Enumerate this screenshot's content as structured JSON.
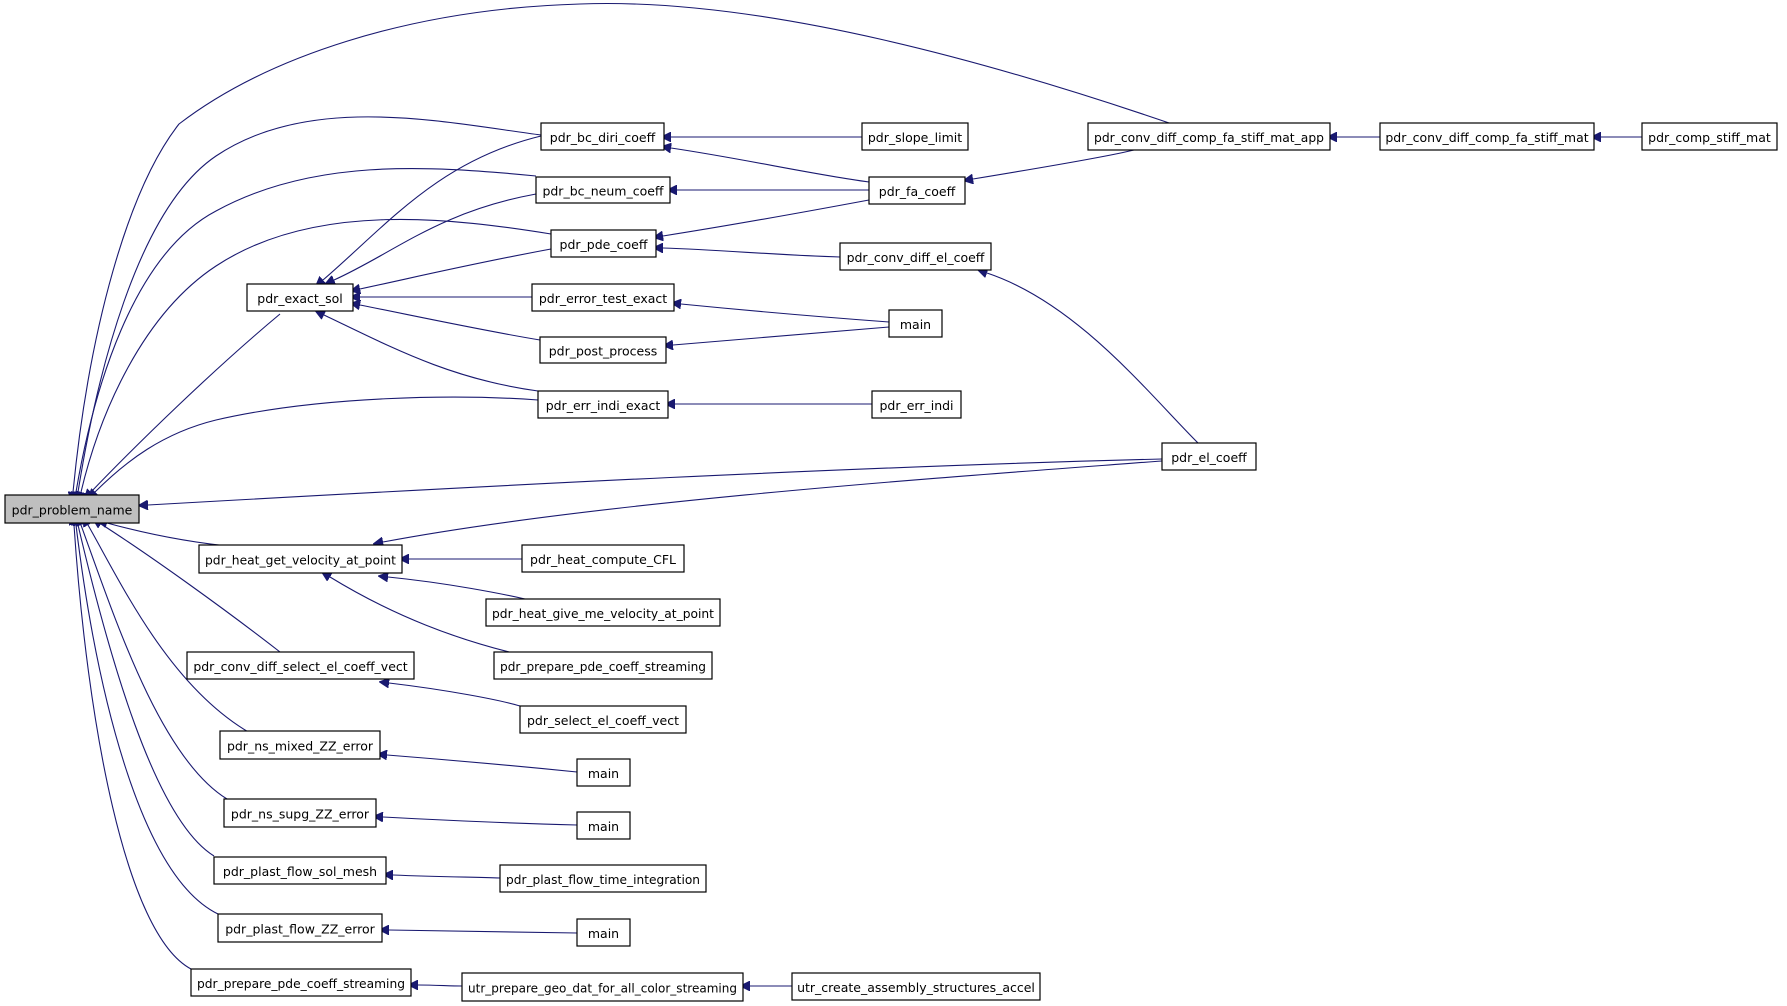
{
  "graph": {
    "type": "call-graph",
    "edge_color": "#191970",
    "highlight_fill": "#bfbfbf",
    "nodes": [
      {
        "id": "n0",
        "label": "pdr_problem_name",
        "highlight": true
      },
      {
        "id": "n1",
        "label": "pdr_exact_sol"
      },
      {
        "id": "n2",
        "label": "pdr_bc_diri_coeff"
      },
      {
        "id": "n3",
        "label": "pdr_bc_neum_coeff"
      },
      {
        "id": "n4",
        "label": "pdr_pde_coeff"
      },
      {
        "id": "n5",
        "label": "pdr_error_test_exact"
      },
      {
        "id": "n6",
        "label": "pdr_post_process"
      },
      {
        "id": "n7",
        "label": "pdr_err_indi_exact"
      },
      {
        "id": "n8",
        "label": "pdr_slope_limit"
      },
      {
        "id": "n9",
        "label": "pdr_fa_coeff"
      },
      {
        "id": "n10",
        "label": "pdr_conv_diff_el_coeff"
      },
      {
        "id": "n11",
        "label": "main"
      },
      {
        "id": "n12",
        "label": "pdr_err_indi"
      },
      {
        "id": "n13",
        "label": "pdr_conv_diff_comp_fa_stiff_mat_app"
      },
      {
        "id": "n14",
        "label": "pdr_conv_diff_comp_fa_stiff_mat"
      },
      {
        "id": "n15",
        "label": "pdr_comp_stiff_mat"
      },
      {
        "id": "n16",
        "label": "pdr_el_coeff"
      },
      {
        "id": "n17",
        "label": "pdr_heat_get_velocity_at_point"
      },
      {
        "id": "n18",
        "label": "pdr_heat_compute_CFL"
      },
      {
        "id": "n19",
        "label": "pdr_heat_give_me_velocity_at_point"
      },
      {
        "id": "n20",
        "label": "pdr_prepare_pde_coeff_streaming"
      },
      {
        "id": "n21",
        "label": "pdr_conv_diff_select_el_coeff_vect"
      },
      {
        "id": "n22",
        "label": "pdr_select_el_coeff_vect"
      },
      {
        "id": "n23",
        "label": "pdr_ns_mixed_ZZ_error"
      },
      {
        "id": "n24",
        "label": "main"
      },
      {
        "id": "n25",
        "label": "pdr_ns_supg_ZZ_error"
      },
      {
        "id": "n26",
        "label": "main"
      },
      {
        "id": "n27",
        "label": "pdr_plast_flow_sol_mesh"
      },
      {
        "id": "n28",
        "label": "pdr_plast_flow_time_integration"
      },
      {
        "id": "n29",
        "label": "pdr_plast_flow_ZZ_error"
      },
      {
        "id": "n30",
        "label": "main"
      },
      {
        "id": "n31",
        "label": "pdr_prepare_pde_coeff_streaming"
      },
      {
        "id": "n32",
        "label": "utr_prepare_geo_dat_for_all_color_streaming"
      },
      {
        "id": "n33",
        "label": "utr_create_assembly_structures_accel"
      }
    ],
    "edges": [
      {
        "from": "n0",
        "to": "n1"
      },
      {
        "from": "n0",
        "to": "n2"
      },
      {
        "from": "n0",
        "to": "n3"
      },
      {
        "from": "n0",
        "to": "n4"
      },
      {
        "from": "n0",
        "to": "n7"
      },
      {
        "from": "n0",
        "to": "n13"
      },
      {
        "from": "n0",
        "to": "n16"
      },
      {
        "from": "n0",
        "to": "n17"
      },
      {
        "from": "n0",
        "to": "n21"
      },
      {
        "from": "n0",
        "to": "n23"
      },
      {
        "from": "n0",
        "to": "n25"
      },
      {
        "from": "n0",
        "to": "n27"
      },
      {
        "from": "n0",
        "to": "n29"
      },
      {
        "from": "n0",
        "to": "n31"
      },
      {
        "from": "n1",
        "to": "n2"
      },
      {
        "from": "n1",
        "to": "n3"
      },
      {
        "from": "n1",
        "to": "n4"
      },
      {
        "from": "n1",
        "to": "n5"
      },
      {
        "from": "n1",
        "to": "n6"
      },
      {
        "from": "n1",
        "to": "n7"
      },
      {
        "from": "n2",
        "to": "n8"
      },
      {
        "from": "n2",
        "to": "n9"
      },
      {
        "from": "n3",
        "to": "n9"
      },
      {
        "from": "n4",
        "to": "n9"
      },
      {
        "from": "n4",
        "to": "n10"
      },
      {
        "from": "n9",
        "to": "n13"
      },
      {
        "from": "n13",
        "to": "n14"
      },
      {
        "from": "n14",
        "to": "n15"
      },
      {
        "from": "n10",
        "to": "n16"
      },
      {
        "from": "n5",
        "to": "n11"
      },
      {
        "from": "n6",
        "to": "n11"
      },
      {
        "from": "n7",
        "to": "n12"
      },
      {
        "from": "n17",
        "to": "n16"
      },
      {
        "from": "n17",
        "to": "n18"
      },
      {
        "from": "n17",
        "to": "n19"
      },
      {
        "from": "n17",
        "to": "n20"
      },
      {
        "from": "n21",
        "to": "n22"
      },
      {
        "from": "n23",
        "to": "n24"
      },
      {
        "from": "n25",
        "to": "n26"
      },
      {
        "from": "n27",
        "to": "n28"
      },
      {
        "from": "n29",
        "to": "n30"
      },
      {
        "from": "n31",
        "to": "n32"
      },
      {
        "from": "n32",
        "to": "n33"
      }
    ]
  }
}
